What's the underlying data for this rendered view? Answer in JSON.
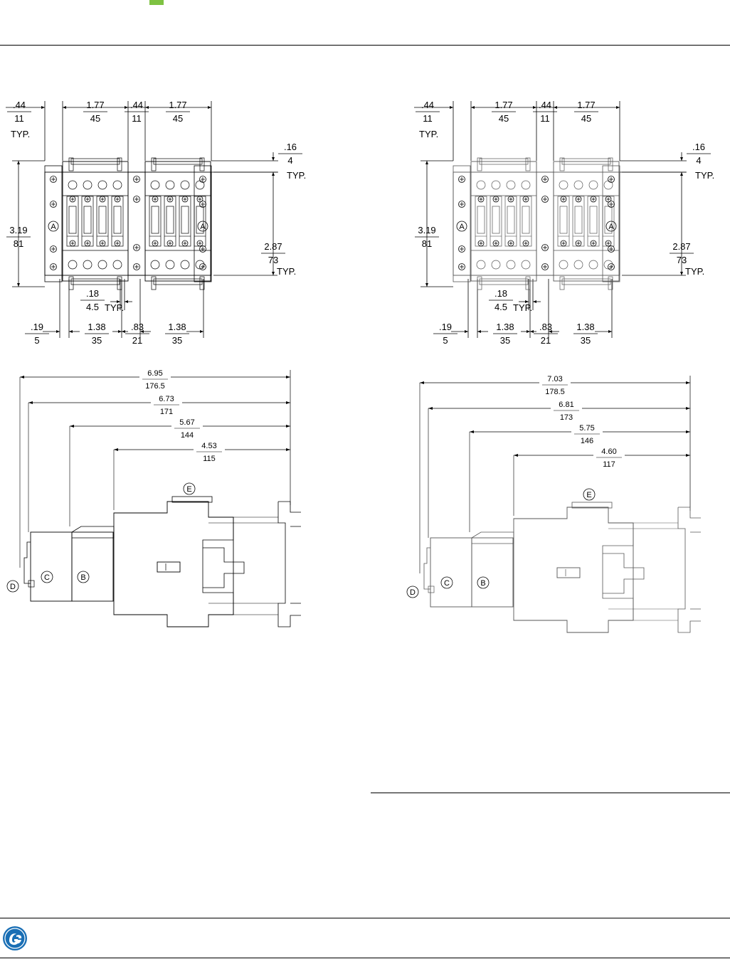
{
  "colors": {
    "accent_green": "#7ec242",
    "logo_blue": "#1a6fb5",
    "line": "#000000"
  },
  "logo": {
    "name": "ge-monogram"
  },
  "drawings": [
    {
      "front": {
        "top": [
          {
            "n": ".44",
            "d": "11"
          },
          {
            "n": "1.77",
            "d": "45"
          },
          {
            "n": ".44",
            "d": "11"
          },
          {
            "n": "1.77",
            "d": "45"
          }
        ],
        "typ_left": "TYP.",
        "top_right": {
          "n": ".16",
          "d": "4",
          "t": "TYP."
        },
        "height": {
          "n": "3.19",
          "d": "81"
        },
        "inner_height": {
          "n": "2.87",
          "d": "73",
          "t": "TYP."
        },
        "slot": {
          "n": ".18",
          "d": "4.5",
          "t": "TYP."
        },
        "bottom": [
          {
            "n": ".19",
            "d": "5"
          },
          {
            "n": "1.38",
            "d": "35"
          },
          {
            "n": ".83",
            "d": "21"
          },
          {
            "n": "1.38",
            "d": "35"
          }
        ],
        "callout_a": "A"
      },
      "side": {
        "dims": [
          {
            "n": "6.95",
            "d": "176.5"
          },
          {
            "n": "6.73",
            "d": "171"
          },
          {
            "n": "5.67",
            "d": "144"
          },
          {
            "n": "4.53",
            "d": "115"
          }
        ],
        "callouts": {
          "e": "E",
          "c": "C",
          "b": "B",
          "d": "D"
        }
      }
    },
    {
      "front": {
        "top": [
          {
            "n": ".44",
            "d": "11"
          },
          {
            "n": "1.77",
            "d": "45"
          },
          {
            "n": ".44",
            "d": "11"
          },
          {
            "n": "1.77",
            "d": "45"
          }
        ],
        "typ_left": "TYP.",
        "top_right": {
          "n": ".16",
          "d": "4",
          "t": "TYP."
        },
        "height": {
          "n": "3.19",
          "d": "81"
        },
        "inner_height": {
          "n": "2.87",
          "d": "73",
          "t": "TYP."
        },
        "slot": {
          "n": ".18",
          "d": "4.5",
          "t": "TYP."
        },
        "bottom": [
          {
            "n": ".19",
            "d": "5"
          },
          {
            "n": "1.38",
            "d": "35"
          },
          {
            "n": ".83",
            "d": "21"
          },
          {
            "n": "1.38",
            "d": "35"
          }
        ],
        "callout_a": "A"
      },
      "side": {
        "dims": [
          {
            "n": "7.03",
            "d": "178.5"
          },
          {
            "n": "6.81",
            "d": "173"
          },
          {
            "n": "5.75",
            "d": "146"
          },
          {
            "n": "4.60",
            "d": "117"
          }
        ],
        "callouts": {
          "e": "E",
          "c": "C",
          "b": "B",
          "d": "D"
        }
      }
    }
  ]
}
